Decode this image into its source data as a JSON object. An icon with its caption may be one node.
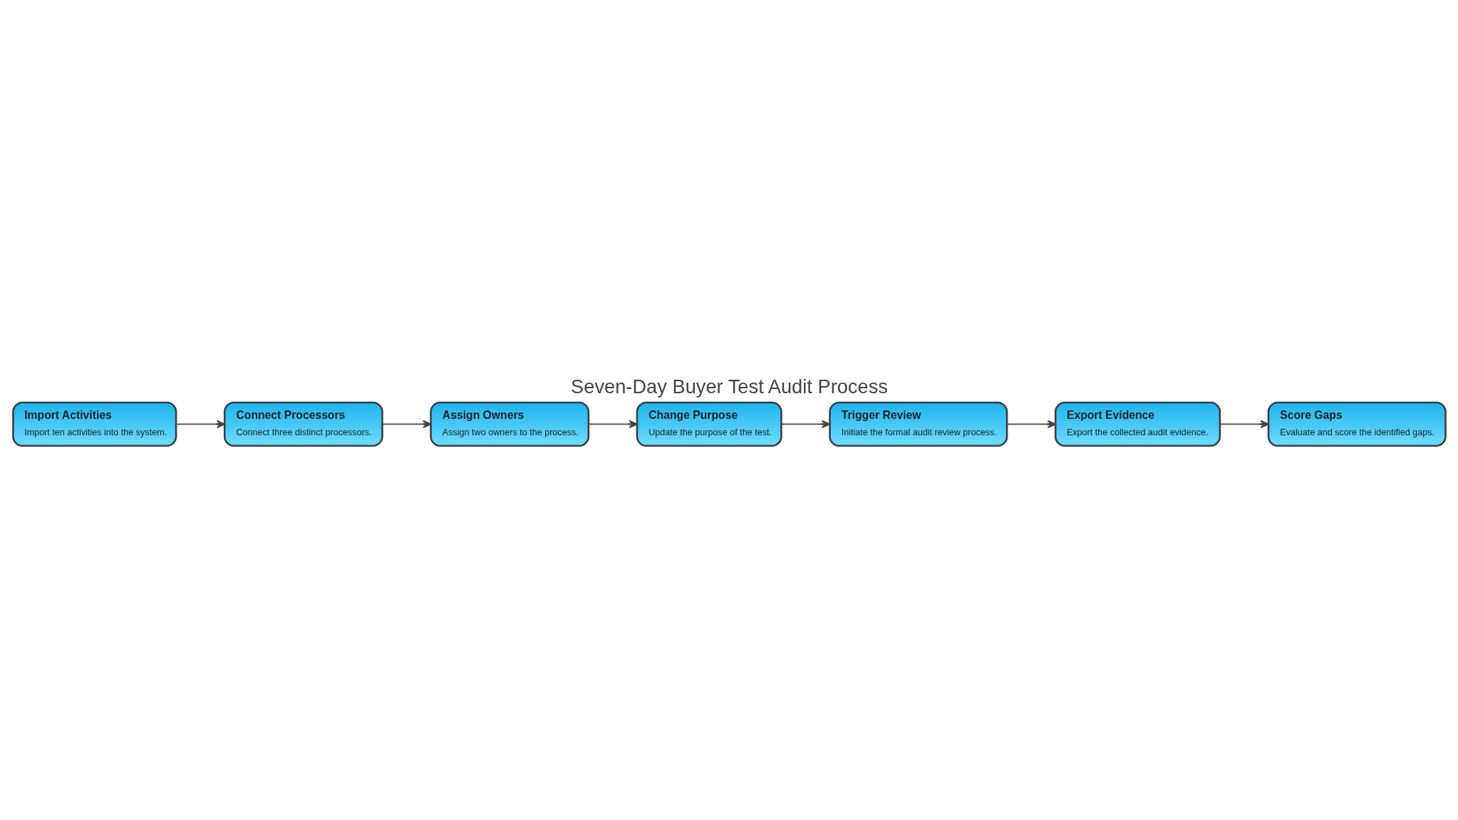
{
  "diagram": {
    "title": "Seven-Day Buyer Test Audit Process",
    "nodes": [
      {
        "text": [
          "Import Activities",
          "Import ten activities into the system."
        ]
      },
      {
        "text": [
          "Connect Processors",
          "Connect three distinct processors."
        ]
      },
      {
        "text": [
          "Assign Owners",
          "Assign two owners to the process."
        ]
      },
      {
        "text": [
          "Change Purpose",
          "Update the purpose of the test."
        ]
      },
      {
        "text": [
          "Trigger Review",
          "Initiate the formal audit review process."
        ]
      },
      {
        "text": [
          "Export Evidence",
          "Export the collected audit evidence."
        ]
      },
      {
        "text": [
          "Score Gaps",
          "Evaluate and score the identified gaps."
        ]
      }
    ],
    "edges": [
      {
        "from": 0,
        "to": 1,
        "arrow": "to"
      },
      {
        "from": 1,
        "to": 2,
        "arrow": "to"
      },
      {
        "from": 2,
        "to": 3,
        "arrow": "to"
      },
      {
        "from": 3,
        "to": 4,
        "arrow": "to"
      },
      {
        "from": 4,
        "to": 5,
        "arrow": "to"
      },
      {
        "from": 5,
        "to": 6,
        "arrow": "to"
      }
    ]
  }
}
